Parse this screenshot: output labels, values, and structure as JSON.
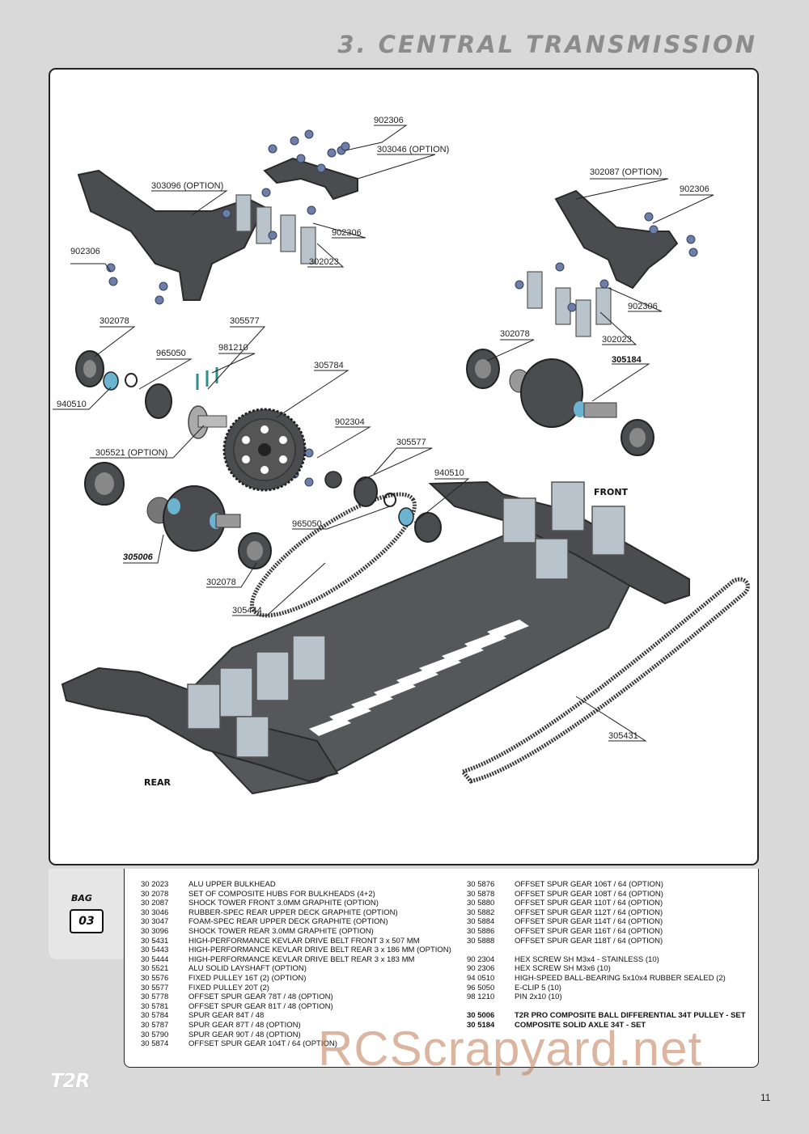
{
  "header": {
    "title": "3. CENTRAL TRANSMISSION"
  },
  "diagram": {
    "callouts": {
      "c1": "902306",
      "c2": "303046 (OPTION)",
      "c3": "303096 (OPTION)",
      "c4": "902306",
      "c5": "302023",
      "c6": "902306",
      "c7": "302087 (OPTION)",
      "c8": "902306",
      "c9": "902306",
      "c10": "302023",
      "c11": "302078",
      "c12": "305184",
      "c13": "302078",
      "c14": "305577",
      "c15": "965050",
      "c16": "981210",
      "c17": "940510",
      "c18": "305784",
      "c19": "305521 (OPTION)",
      "c20": "902304",
      "c21": "305577",
      "c22": "940510",
      "c23": "965050",
      "c24": "305006",
      "c25": "302078",
      "c26": "305444",
      "c27": "305431"
    },
    "front_label": "FRONT",
    "rear_label": "REAR"
  },
  "bag": {
    "label": "BAG",
    "number": "03"
  },
  "parts_left": [
    {
      "code": "30 2023",
      "desc": "ALU UPPER BULKHEAD"
    },
    {
      "code": "30 2078",
      "desc": "SET OF COMPOSITE HUBS FOR BULKHEADS (4+2)"
    },
    {
      "code": "30 2087",
      "desc": "SHOCK TOWER FRONT 3.0MM GRAPHITE (OPTION)"
    },
    {
      "code": "30 3046",
      "desc": "RUBBER-SPEC REAR UPPER DECK GRAPHITE (OPTION)"
    },
    {
      "code": "30 3047",
      "desc": "FOAM-SPEC REAR UPPER DECK GRAPHITE (OPTION)"
    },
    {
      "code": "30 3096",
      "desc": "SHOCK TOWER REAR 3.0MM GRAPHITE (OPTION)"
    },
    {
      "code": "30 5431",
      "desc": "HIGH-PERFORMANCE KEVLAR DRIVE BELT FRONT 3 x 507 MM"
    },
    {
      "code": "30 5443",
      "desc": "HIGH-PERFORMANCE KEVLAR DRIVE BELT REAR 3 x 186 MM (OPTION)"
    },
    {
      "code": "30 5444",
      "desc": "HIGH-PERFORMANCE KEVLAR DRIVE BELT REAR 3 x 183 MM"
    },
    {
      "code": "30 5521",
      "desc": "ALU SOLID LAYSHAFT (OPTION)"
    },
    {
      "code": "30 5576",
      "desc": "FIXED PULLEY 16T (2) (OPTION)"
    },
    {
      "code": "30 5577",
      "desc": "FIXED PULLEY 20T (2)"
    },
    {
      "code": "30 5778",
      "desc": "OFFSET SPUR GEAR 78T / 48 (OPTION)"
    },
    {
      "code": "30 5781",
      "desc": "OFFSET SPUR GEAR 81T / 48 (OPTION)"
    },
    {
      "code": "30 5784",
      "desc": "SPUR GEAR 84T / 48"
    },
    {
      "code": "30 5787",
      "desc": "SPUR GEAR 87T / 48 (OPTION)"
    },
    {
      "code": "30 5790",
      "desc": "SPUR GEAR 90T / 48 (OPTION)"
    },
    {
      "code": "30 5874",
      "desc": "OFFSET SPUR GEAR 104T / 64 (OPTION)"
    }
  ],
  "parts_right_a": [
    {
      "code": "30 5876",
      "desc": "OFFSET SPUR GEAR 106T / 64 (OPTION)"
    },
    {
      "code": "30 5878",
      "desc": "OFFSET SPUR GEAR 108T / 64 (OPTION)"
    },
    {
      "code": "30 5880",
      "desc": "OFFSET SPUR GEAR 110T / 64 (OPTION)"
    },
    {
      "code": "30 5882",
      "desc": "OFFSET SPUR GEAR 112T / 64 (OPTION)"
    },
    {
      "code": "30 5884",
      "desc": "OFFSET SPUR GEAR 114T / 64 (OPTION)"
    },
    {
      "code": "30 5886",
      "desc": "OFFSET SPUR GEAR 116T / 64 (OPTION)"
    },
    {
      "code": "30 5888",
      "desc": "OFFSET SPUR GEAR 118T / 64 (OPTION)"
    }
  ],
  "parts_right_b": [
    {
      "code": "90 2304",
      "desc": "HEX SCREW SH M3x4 - STAINLESS  (10)"
    },
    {
      "code": "90 2306",
      "desc": "HEX SCREW SH M3x6  (10)"
    },
    {
      "code": "94 0510",
      "desc": "HIGH-SPEED BALL-BEARING 5x10x4 RUBBER SEALED  (2)"
    },
    {
      "code": "96 5050",
      "desc": "E-CLIP 5  (10)"
    },
    {
      "code": "98 1210",
      "desc": "PIN 2x10  (10)"
    }
  ],
  "parts_right_c": [
    {
      "code": "30 5006",
      "desc": "T2R PRO COMPOSITE BALL DIFFERENTIAL 34T PULLEY - SET"
    },
    {
      "code": "30 5184",
      "desc": "COMPOSITE SOLID AXLE 34T - SET"
    }
  ],
  "watermark": "RCScrapyard.net",
  "footer": {
    "brand": "T2R",
    "page_number": "11"
  }
}
